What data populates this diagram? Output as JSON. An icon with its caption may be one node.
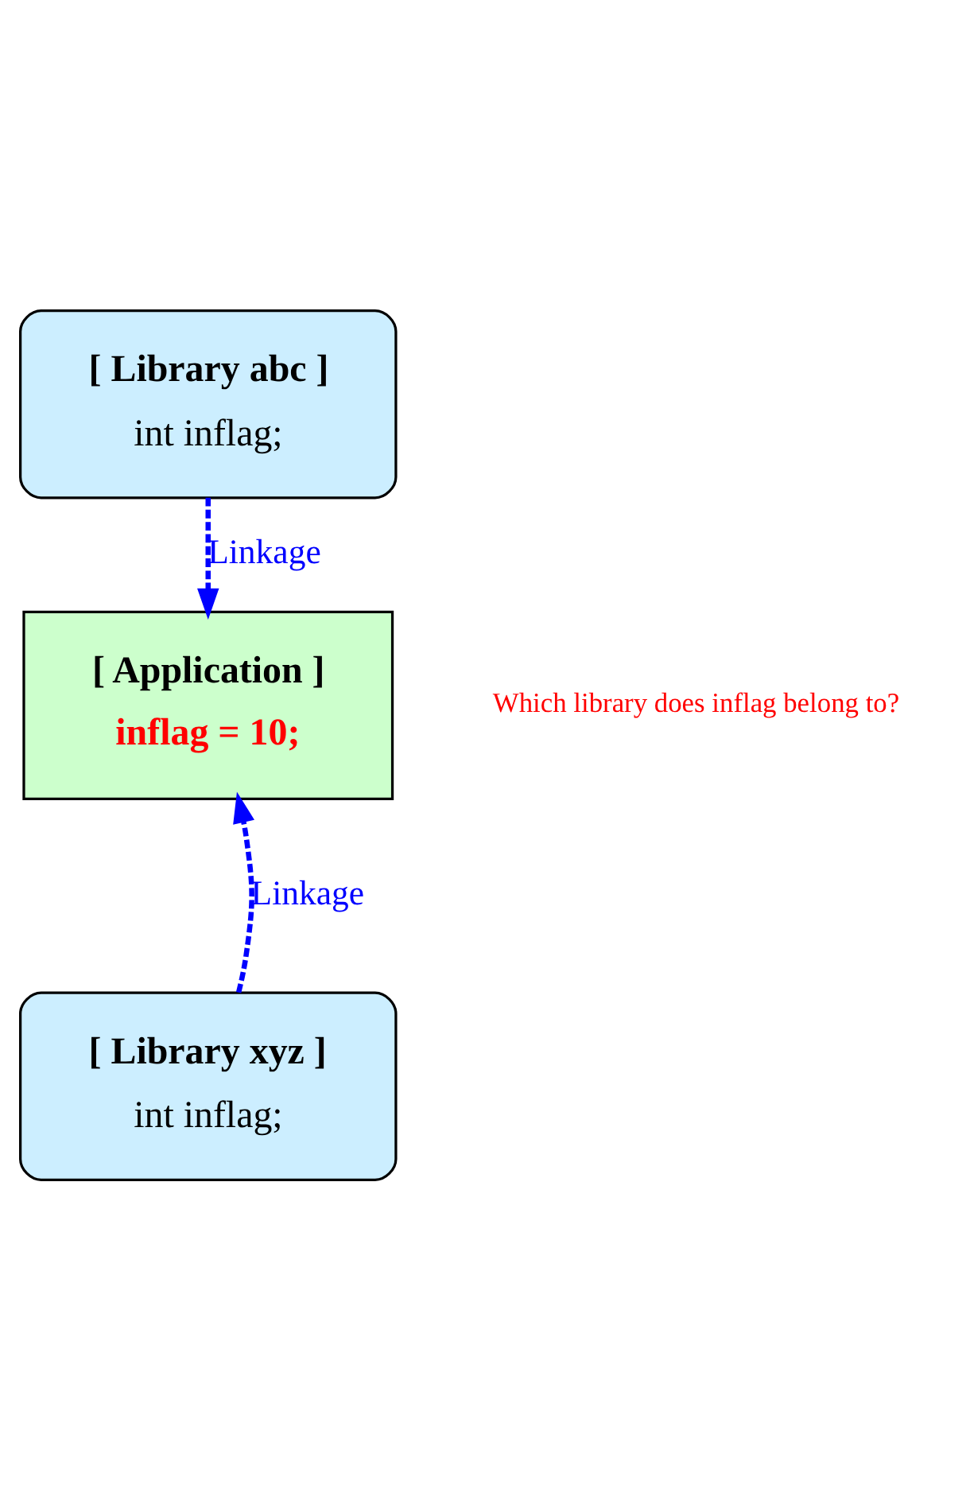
{
  "diagram": {
    "nodes": [
      {
        "text": [
          "[ Library abc ]",
          "int inflag;"
        ]
      },
      {
        "text": [
          "[ Application ]",
          "inflag = 10;"
        ],
        "beside": [
          "Which library does inflag belong to?"
        ]
      },
      {
        "text": [
          "[ Library xyz ]",
          "int inflag;"
        ]
      }
    ],
    "edges": [
      {
        "from": 0,
        "to": 1,
        "arrow": "to",
        "label": "Linkage",
        "style": "dashed",
        "color": "#0000ff"
      },
      {
        "from": 2,
        "to": 1,
        "arrow": "to",
        "label": "Linkage",
        "style": "dashed",
        "color": "#0000ff"
      }
    ]
  }
}
